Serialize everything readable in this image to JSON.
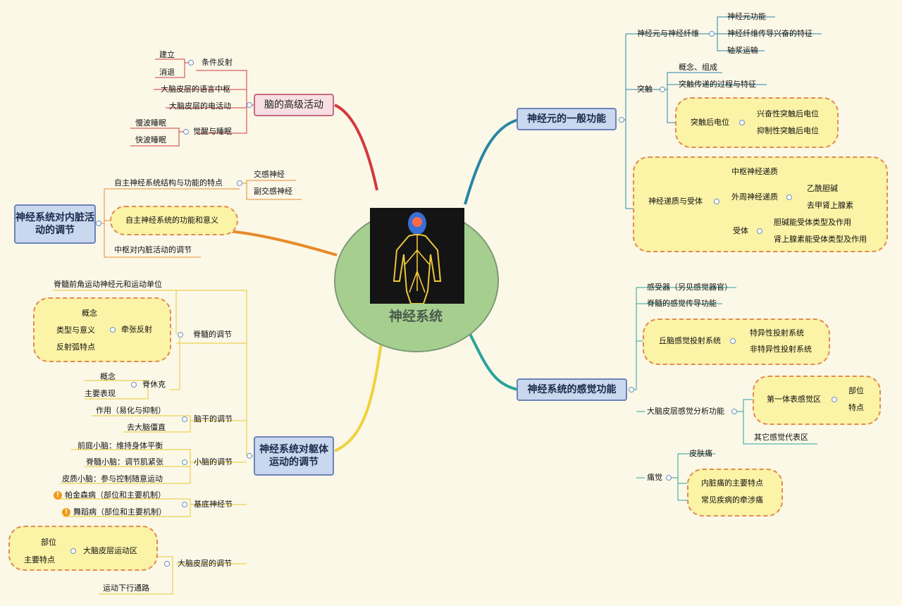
{
  "center": {
    "title": "神经系统"
  },
  "branches": {
    "neuron": {
      "title": "神经元的一般功能",
      "fiber": "神经元与神经纤维",
      "fiber_items": [
        "神经元功能",
        "神经纤维传导兴奋的特征",
        "轴浆运输"
      ],
      "synapse": "突触",
      "synapse_items": [
        "概念、组成",
        "突触传递的过程与特征"
      ],
      "postsyn": "突触后电位",
      "postsyn_items": [
        "兴奋性突触后电位",
        "抑制性突触后电位"
      ],
      "transmitter": "神经递质与受体",
      "central_transmitter": "中枢神经递质",
      "peripheral_transmitter": "外周神经递质",
      "peripheral_items": [
        "乙酰胆碱",
        "去甲肾上腺素"
      ],
      "receptor": "受体",
      "receptor_items": [
        "胆碱能受体类型及作用",
        "肾上腺素能受体类型及作用"
      ]
    },
    "sensory": {
      "title": "神经系统的感觉功能",
      "receptor": "感受器（另见感觉器官）",
      "spinal": "脊髓的感觉传导功能",
      "thalamus": "丘脑感觉投射系统",
      "thalamus_items": [
        "特异性投射系统",
        "非特异性投射系统"
      ],
      "cortex": "大脑皮层感觉分析功能",
      "somatic": "第一体表感觉区",
      "somatic_items": [
        "部位",
        "特点"
      ],
      "other": "其它感觉代表区",
      "pain": "痛觉",
      "pain_items": [
        "皮肤痛",
        "内脏痛的主要特点",
        "常见疾病的牵涉痛"
      ]
    },
    "brain": {
      "title": "脑的高级活动",
      "conditioned": "条件反射",
      "conditioned_items": [
        "建立",
        "消退"
      ],
      "language": "大脑皮层的语言中枢",
      "electric": "大脑皮层的电活动",
      "sleep": "觉醒与睡眠",
      "sleep_items": [
        "慢波睡眠",
        "快波睡眠"
      ]
    },
    "visceral": {
      "title": "神经系统对内脏活动的调节",
      "autonomic": "自主神经系统结构与功能的特点",
      "autonomic_items": [
        "交感神经",
        "副交感神经"
      ],
      "function": "自主神经系统的功能和意义",
      "central": "中枢对内脏活动的调节"
    },
    "motor": {
      "title": "神经系统对躯体运动的调节",
      "spinal_unit": "脊髓前角运动神经元和运动单位",
      "spinal": "脊髓的调节",
      "stretch": "牵张反射",
      "stretch_items": [
        "概念",
        "类型与意义",
        "反射弧特点"
      ],
      "shock": "脊休克",
      "shock_items": [
        "概念",
        "主要表现"
      ],
      "brainstem": "脑干的调节",
      "brainstem_items": [
        "作用（易化与抑制）",
        "去大脑僵直"
      ],
      "cerebellum": "小脑的调节",
      "cerebellum_items": [
        "前庭小脑：维持身体平衡",
        "脊髓小脑：调节肌紧张",
        "皮质小脑：参与控制随意运动"
      ],
      "basal": "基底神经节",
      "basal_items": [
        "帕金森病（部位和主要机制）",
        "舞蹈病（部位和主要机制）"
      ],
      "cortex": "大脑皮层的调节",
      "motor_area": "大脑皮层运动区",
      "motor_area_items": [
        "部位",
        "主要特点"
      ],
      "pathway": "运动下行通路"
    }
  },
  "colors": {
    "neuron": "#2a86a4",
    "sensory": "#2aa49a",
    "brain": "#d23a3a",
    "visceral": "#e88a2a",
    "motor": "#e8c82a"
  },
  "icons": {
    "alert": "!"
  }
}
